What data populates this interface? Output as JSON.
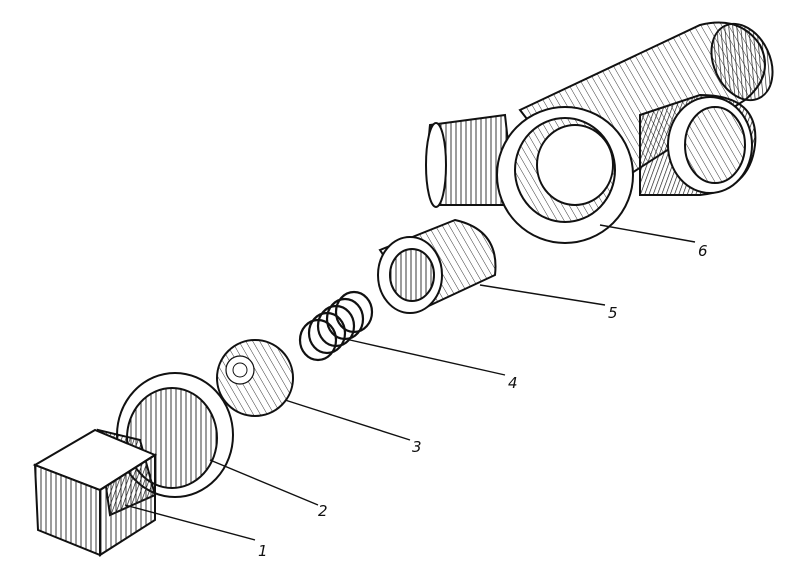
{
  "diagram": {
    "parts": [
      {
        "id": "1",
        "label": "1"
      },
      {
        "id": "2",
        "label": "2"
      },
      {
        "id": "3",
        "label": "3"
      },
      {
        "id": "4",
        "label": "4"
      },
      {
        "id": "5",
        "label": "5"
      },
      {
        "id": "6",
        "label": "6"
      }
    ]
  },
  "colors": {
    "ink": "#111111",
    "paper": "#ffffff"
  }
}
